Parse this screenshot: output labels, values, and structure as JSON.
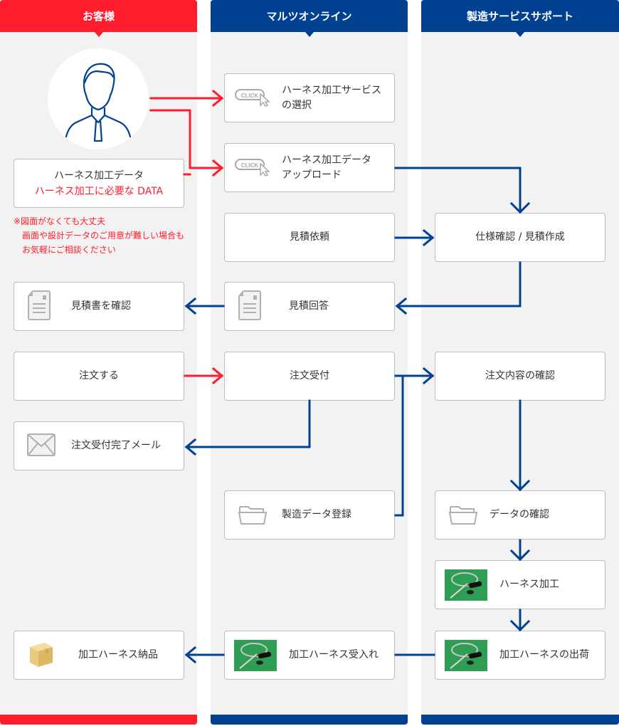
{
  "columns": [
    {
      "title": "お客様",
      "color": "#ff1c2d"
    },
    {
      "title": "マルツオンライン",
      "color": "#004291"
    },
    {
      "title": "製造サービスサポート",
      "color": "#004291"
    }
  ],
  "customer": {
    "avatar_icon": "person-icon",
    "data_box": {
      "line1": "ハーネス加工データ",
      "line2": "ハーネス加工に必要な DATA"
    },
    "note": "※図面がなくても大丈夫\n　画面や設計データのご用意が難しい場合も\n　お気軽にご相談ください",
    "steps": [
      {
        "label": "見積書を確認",
        "icon": "document-icon"
      },
      {
        "label": "注文する"
      },
      {
        "label": "注文受付完了メール",
        "icon": "mail-icon"
      },
      {
        "label": "加工ハーネス納品",
        "icon": "box-icon"
      }
    ]
  },
  "online": {
    "steps": [
      {
        "label": "ハーネス加工サービス\nの選択",
        "icon": "click-icon",
        "icon_text": "CLICK"
      },
      {
        "label": "ハーネス加工データ\nアップロード",
        "icon": "click-icon",
        "icon_text": "CLICK"
      },
      {
        "label": "見積依頼"
      },
      {
        "label": "見積回答",
        "icon": "document-icon"
      },
      {
        "label": "注文受付"
      },
      {
        "label": "製造データ登録",
        "icon": "folder-icon"
      },
      {
        "label": "加工ハーネス受入れ",
        "icon": "harness-photo"
      }
    ]
  },
  "support": {
    "steps": [
      {
        "label": "仕様確認 / 見積作成"
      },
      {
        "label": "注文内容の確認"
      },
      {
        "label": "データの確認",
        "icon": "folder-icon"
      },
      {
        "label": "ハーネス加工",
        "icon": "harness-photo"
      },
      {
        "label": "加工ハーネスの出荷",
        "icon": "harness-photo"
      }
    ]
  },
  "colors": {
    "red": "#ff1c2d",
    "blue": "#004291",
    "lane_bg": "#f2f2f2"
  }
}
